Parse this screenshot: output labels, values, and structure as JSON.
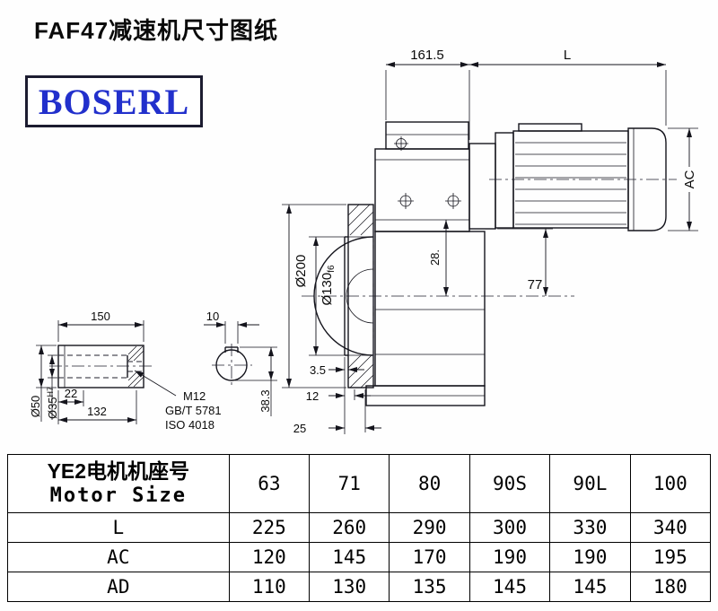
{
  "header": {
    "title": "FAF47减速机尺寸图纸"
  },
  "logo": {
    "text": "BOSERL"
  },
  "drawing": {
    "dim_gear_length": "161.5",
    "dim_motor_length": "L",
    "dim_motor_ac": "AC",
    "dim_flange_od": "Ø200",
    "dim_pilot_main": "Ø130",
    "dim_pilot_tol": "f6",
    "dim_center_height": "28.",
    "dim_face_to_axis": "77",
    "dim_spigot_depth": "3.5",
    "dim_step_12": "12",
    "dim_step_25": "25",
    "dim_keyway_depth": "38.3",
    "dim_shaft_length": "150",
    "dim_key_width": "10",
    "dim_shaft_od": "Ø50",
    "dim_bore_main": "Ø35",
    "dim_bore_tol": "H7",
    "dim_key_length": "22",
    "dim_bore_length": "132",
    "note_thread": "M12",
    "note_std_gb": "GB/T 5781",
    "note_std_iso": "ISO 4018"
  },
  "table": {
    "header_label_cn": "YE2电机机座号",
    "header_label_en": "Motor Size",
    "sizes": [
      "63",
      "71",
      "80",
      "90S",
      "90L",
      "100"
    ],
    "rows": [
      {
        "label": "L",
        "values": [
          "225",
          "260",
          "290",
          "300",
          "330",
          "340"
        ]
      },
      {
        "label": "AC",
        "values": [
          "120",
          "145",
          "170",
          "190",
          "190",
          "195"
        ]
      },
      {
        "label": "AD",
        "values": [
          "110",
          "130",
          "135",
          "145",
          "145",
          "180"
        ]
      }
    ]
  }
}
